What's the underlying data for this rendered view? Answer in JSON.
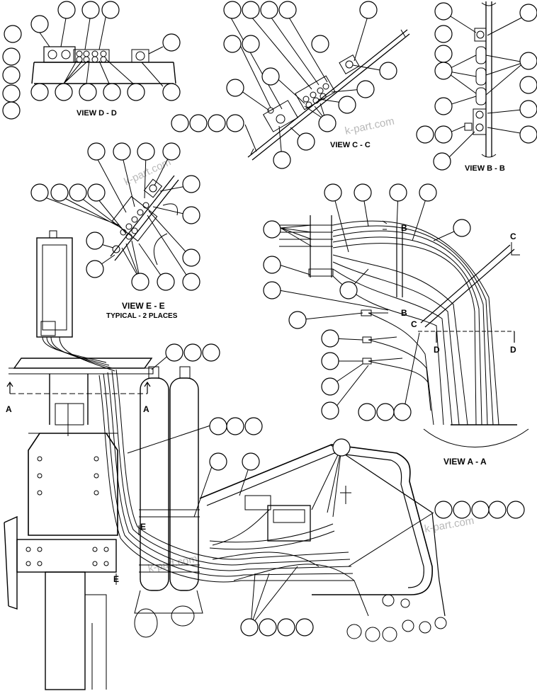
{
  "views": {
    "d": "VIEW D - D",
    "c": "VIEW C - C",
    "b": "VIEW B - B",
    "e": "VIEW E - E",
    "e_sub": "TYPICAL - 2 PLACES",
    "a": "VIEW A - A"
  },
  "section_marks": {
    "a": "A",
    "b": "B",
    "c": "C",
    "d": "D",
    "e": "E"
  },
  "watermark": "k-part.com"
}
